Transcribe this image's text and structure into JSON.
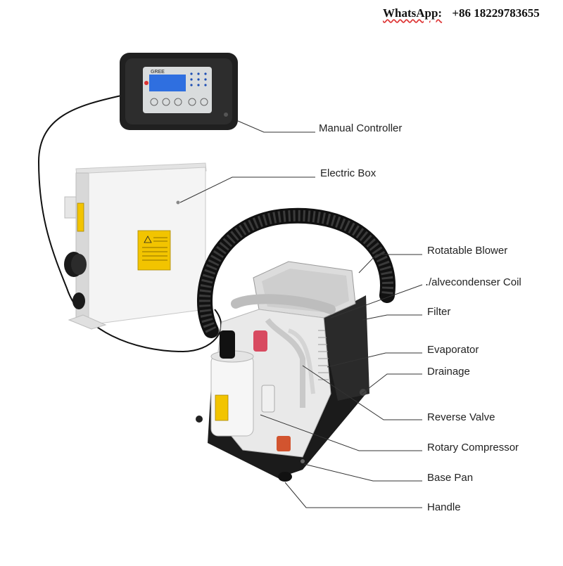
{
  "header": {
    "whatsapp_label": "WhatsApp:",
    "phone": "+86 18229783655"
  },
  "controller": {
    "brand": "GREE"
  },
  "callouts": [
    "Manual Controller",
    "Electric Box",
    "Rotatable Blower",
    "․/alvecondenser Coil",
    "Filter",
    "Evaporator",
    "Drainage",
    "Reverse Valve",
    "Rotary Compressor",
    "Base Pan",
    "Handle"
  ],
  "colors": {
    "line": "#333333",
    "lcd": "#2f6fe0",
    "warning": "#f2c400",
    "unit_black": "#1b1b1b",
    "box_white": "#f4f4f4"
  }
}
